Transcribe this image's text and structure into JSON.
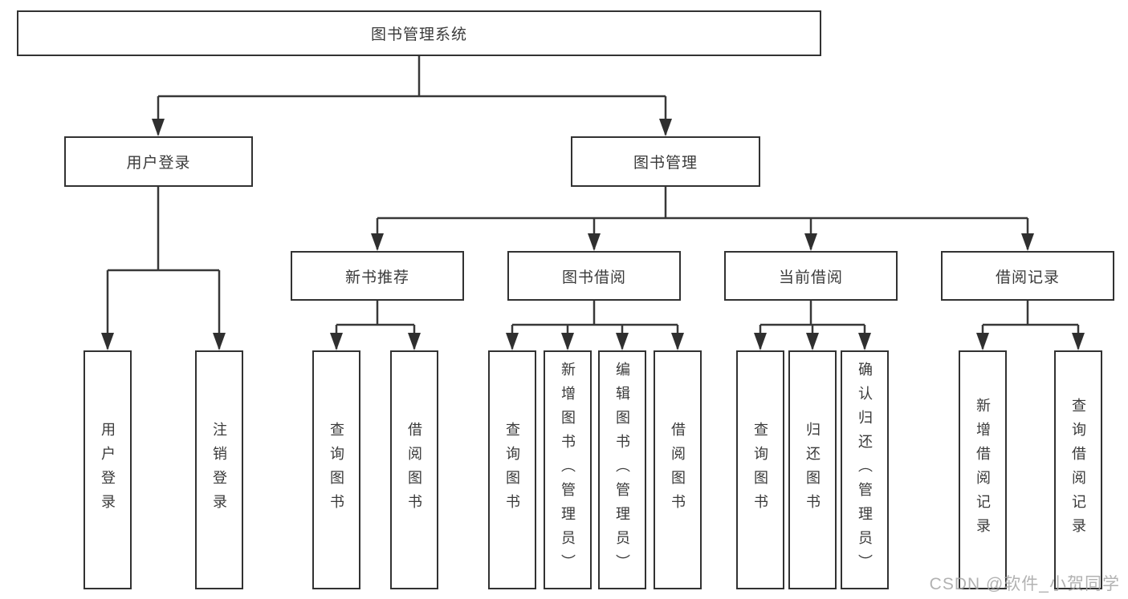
{
  "watermark": "CSDN @软件_小贺同学",
  "colors": {
    "line": "#383838",
    "box_border": "#323232",
    "text": "#3a3a3a",
    "watermark": "#a4a4a4",
    "background": "#ffffff"
  },
  "tree": {
    "root": {
      "label": "图书管理系统"
    },
    "children": [
      {
        "label": "用户登录",
        "children": [
          {
            "label": "用户登录"
          },
          {
            "label": "注销登录"
          }
        ]
      },
      {
        "label": "图书管理",
        "children": [
          {
            "label": "新书推荐",
            "children": [
              {
                "label": "查询图书"
              },
              {
                "label": "借阅图书"
              }
            ]
          },
          {
            "label": "图书借阅",
            "children": [
              {
                "label": "查询图书"
              },
              {
                "label": "新增图书（管理员）"
              },
              {
                "label": "编辑图书（管理员）"
              },
              {
                "label": "借阅图书"
              }
            ]
          },
          {
            "label": "当前借阅",
            "children": [
              {
                "label": "查询图书"
              },
              {
                "label": "归还图书"
              },
              {
                "label": "确认归还（管理员）"
              }
            ]
          },
          {
            "label": "借阅记录",
            "children": [
              {
                "label": "新增借阅记录"
              },
              {
                "label": "查询借阅记录"
              }
            ]
          }
        ]
      }
    ]
  }
}
